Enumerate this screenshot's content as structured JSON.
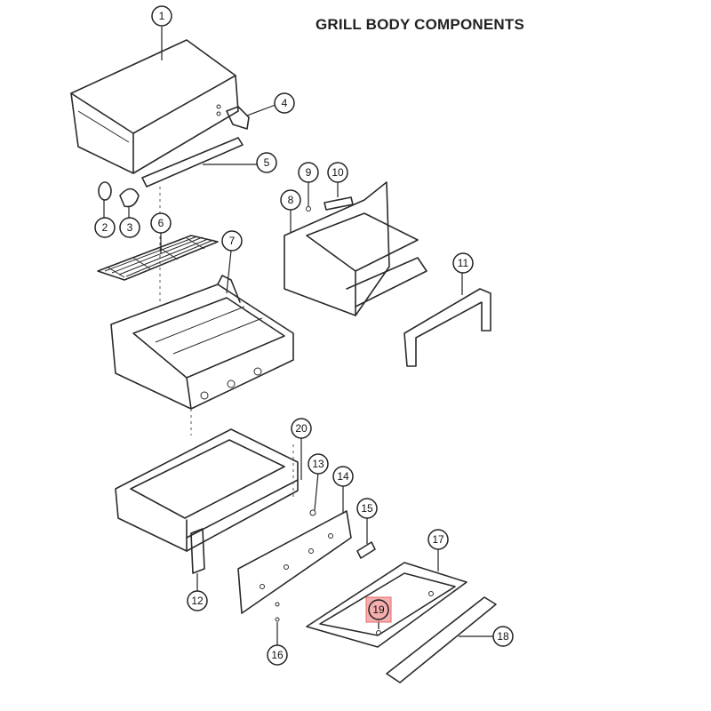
{
  "title": "GRILL BODY COMPONENTS",
  "callouts": [
    "1",
    "2",
    "3",
    "4",
    "5",
    "6",
    "7",
    "8",
    "9",
    "10",
    "11",
    "12",
    "13",
    "14",
    "15",
    "16",
    "17",
    "18",
    "19",
    "20"
  ],
  "highlight_callout": "19",
  "colors": {
    "line": "#2a2a2a",
    "highlight": "#f4a0a0"
  }
}
